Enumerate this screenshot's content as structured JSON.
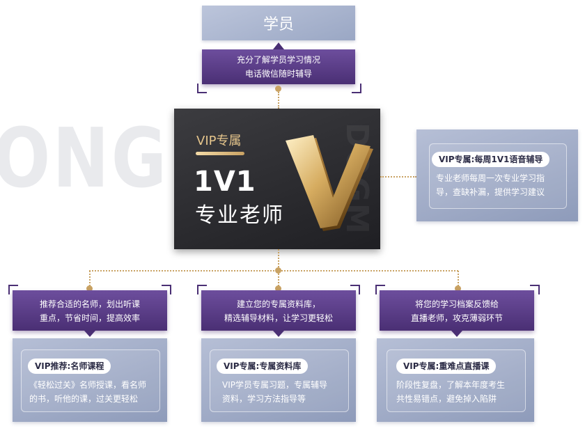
{
  "watermark": "ONG A",
  "top_node": {
    "label": "学员"
  },
  "top_desc": {
    "lines": [
      "充分了解学员学习情况",
      "电话微信随时辅导"
    ]
  },
  "center": {
    "tag": "VIP专属",
    "title": "1V1",
    "subtitle": "专业老师",
    "logo_letter": "V"
  },
  "right_card": {
    "badge": "VIP专属:每周1V1语音辅导",
    "lines": [
      "专业老师每周一次专业学习指",
      "导，查缺补漏，提供学习建议"
    ]
  },
  "branches": [
    {
      "desc": [
        "推荐合适的名师，划出听课",
        "重点，节省时间，提高效率"
      ],
      "badge": "VIP推荐:名师课程",
      "lines": [
        "《轻松过关》名师授课，看名师",
        "的书，听他的课，过关更轻松"
      ]
    },
    {
      "desc": [
        "建立您的专属资料库，",
        "精选辅导材料，让学习更轻松"
      ],
      "badge": "VIP专属:专属资料库",
      "lines": [
        "VIP学员专属习题，专属辅导",
        "资料，学习方法指导等"
      ]
    },
    {
      "desc": [
        "将您的学习档案反馈给",
        "直播老师，攻克薄弱环节"
      ],
      "badge": "VIP专属:重难点直播课",
      "lines": [
        "阶段性复盘，了解本年度考生",
        "共性易错点，避免掉入陷阱"
      ]
    }
  ],
  "colors": {
    "gold": "#c9a263",
    "purple": "#4a2f74",
    "card": "#9aa7c4",
    "dark": "#2a2a2e"
  }
}
